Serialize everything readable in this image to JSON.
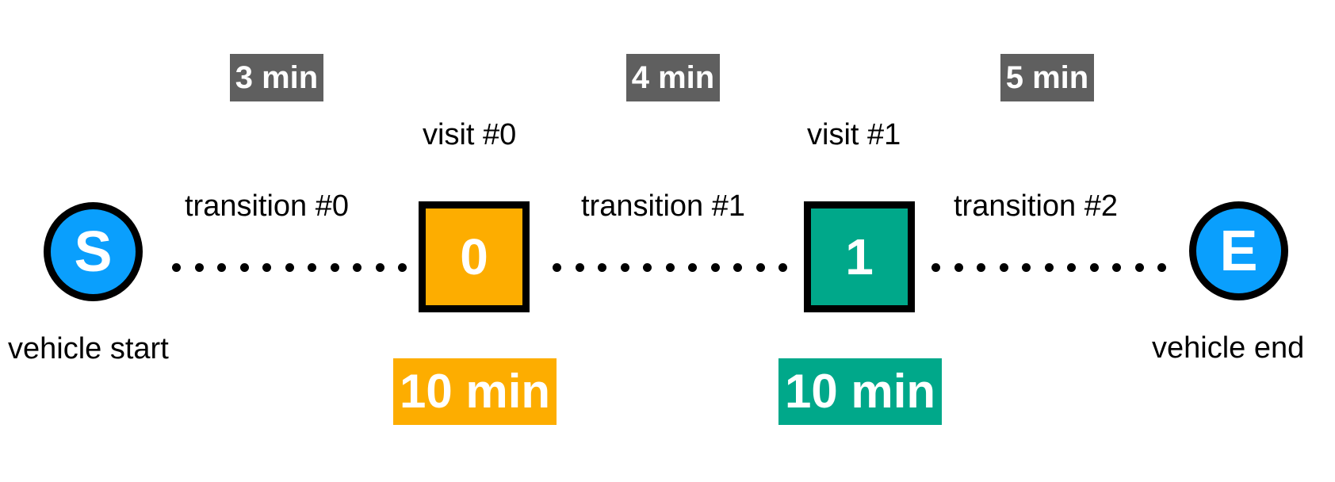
{
  "transitions": [
    {
      "label": "transition #0",
      "time": "3 min"
    },
    {
      "label": "transition #1",
      "time": "4 min"
    },
    {
      "label": "transition #2",
      "time": "5 min"
    }
  ],
  "visits": [
    {
      "title": "visit #0",
      "id": "0",
      "duration": "10 min",
      "color": "#fdad00"
    },
    {
      "title": "visit #1",
      "id": "1",
      "duration": "10 min",
      "color": "#00a88a"
    }
  ],
  "start": {
    "letter": "S",
    "label": "vehicle start",
    "color": "#0a9ffd"
  },
  "end": {
    "letter": "E",
    "label": "vehicle end",
    "color": "#0a9ffd"
  },
  "colors": {
    "time_badge": "#5f5f5f"
  }
}
